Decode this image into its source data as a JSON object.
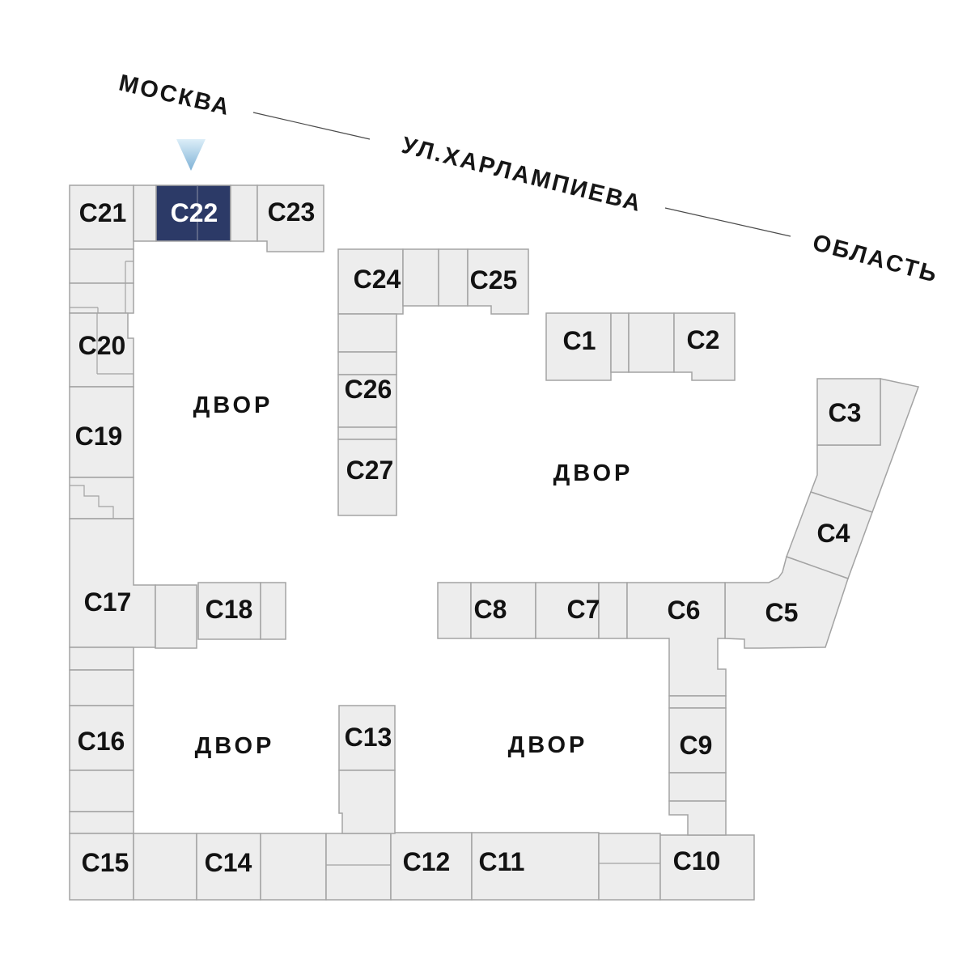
{
  "map": {
    "streets": [
      {
        "label": "МОСКВА"
      },
      {
        "label": "УЛ.ХАРЛАМПИЕВА"
      },
      {
        "label": "ОБЛАСТЬ"
      }
    ],
    "courtyard_label": "ДВОР",
    "selected_building": "С22",
    "buildings": {
      "c1": {
        "label": "С1"
      },
      "c2": {
        "label": "С2"
      },
      "c3": {
        "label": "С3"
      },
      "c4": {
        "label": "С4"
      },
      "c5": {
        "label": "С5"
      },
      "c6": {
        "label": "С6"
      },
      "c7": {
        "label": "С7"
      },
      "c8": {
        "label": "С8"
      },
      "c9": {
        "label": "С9"
      },
      "c10": {
        "label": "С10"
      },
      "c11": {
        "label": "С11"
      },
      "c12": {
        "label": "С12"
      },
      "c13": {
        "label": "С13"
      },
      "c14": {
        "label": "С14"
      },
      "c15": {
        "label": "С15"
      },
      "c16": {
        "label": "С16"
      },
      "c17": {
        "label": "С17"
      },
      "c18": {
        "label": "С18"
      },
      "c19": {
        "label": "С19"
      },
      "c20": {
        "label": "С20"
      },
      "c21": {
        "label": "С21"
      },
      "c22": {
        "label": "С22"
      },
      "c23": {
        "label": "С23"
      },
      "c24": {
        "label": "С24"
      },
      "c25": {
        "label": "С25"
      },
      "c26": {
        "label": "С26"
      },
      "c27": {
        "label": "С27"
      }
    },
    "colors": {
      "building_fill": "#EDEDED",
      "building_stroke": "#A3A3A3",
      "selected_fill": "#2C3A67",
      "selected_divider": "#7D849C",
      "selected_text": "#FFFFFF",
      "label_color": "#121212",
      "marker_top": "#DCEEF8",
      "marker_bottom": "#7FB2D6"
    }
  }
}
